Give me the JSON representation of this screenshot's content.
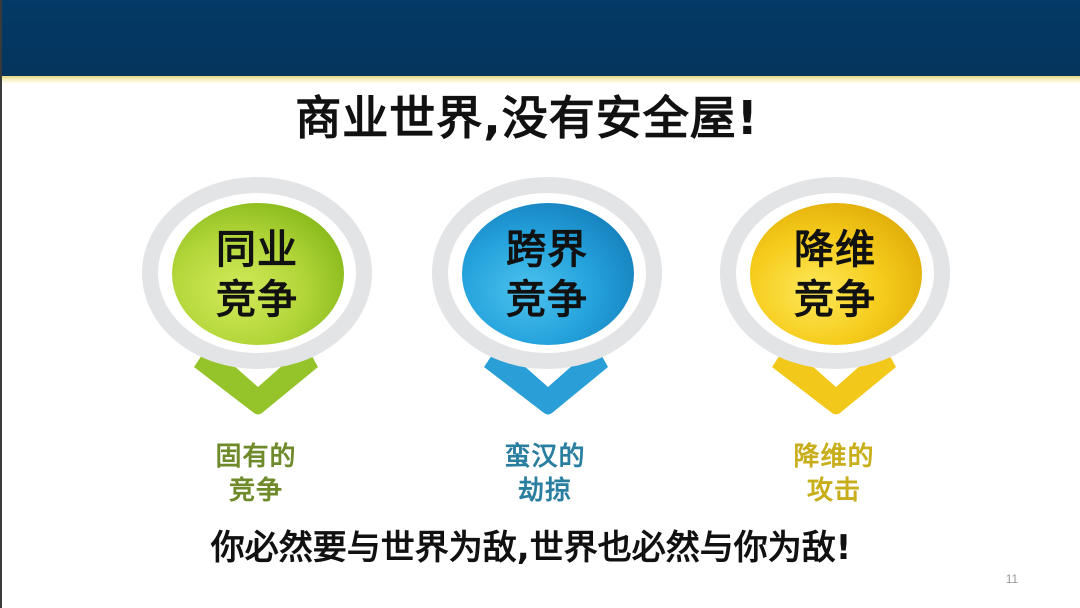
{
  "slide": {
    "title": "商业世界,没有安全屋!",
    "closing": "你必然要与世界为敌,世界也必然与你为敌!",
    "page_number": "11",
    "colors": {
      "header_band": "#043761",
      "ring": "#e3e4e6",
      "text_dark": "#111111"
    },
    "pins": [
      {
        "line1": "同业",
        "line2": "竞争",
        "label_line1": "固有的",
        "label_line2": "竞争",
        "fill_light": "#c4e04a",
        "fill_dark": "#8cbc1e",
        "chevron": "#94c42a",
        "label_color": "#6e8a2a"
      },
      {
        "line1": "跨界",
        "line2": "竞争",
        "label_line1": "蛮汉的",
        "label_line2": "劫掠",
        "fill_light": "#3cb4e6",
        "fill_dark": "#1a8cc8",
        "chevron": "#2a9ed6",
        "label_color": "#2a7fa0"
      },
      {
        "line1": "降维",
        "line2": "竞争",
        "label_line1": "降维的",
        "label_line2": "攻击",
        "fill_light": "#fbe04a",
        "fill_dark": "#e8b80c",
        "chevron": "#f2c81a",
        "label_color": "#c8ae1a"
      }
    ]
  }
}
